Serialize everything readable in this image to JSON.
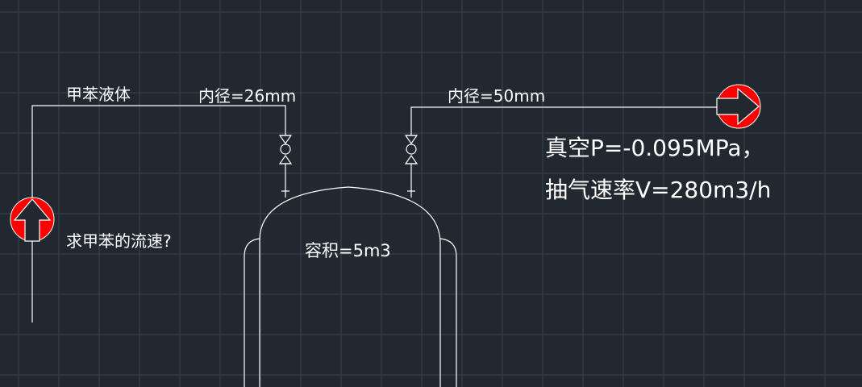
{
  "labels": {
    "toluene_liquid": "甲苯液体",
    "inner_diameter_left": "内径=26mm",
    "inner_diameter_right": "内径=50mm",
    "question": "求甲苯的流速?",
    "volume": "容积=5m3",
    "vacuum": "真空P=-0.095MPa，",
    "pump_rate": "抽气速率V=280m3/h"
  },
  "colors": {
    "background": "#212830",
    "grid": "#3a4350",
    "line": "#ffffff",
    "arrow_fill": "#ff0000"
  },
  "icons": {
    "inlet": "arrow-up-icon",
    "outlet": "arrow-right-icon",
    "valve": "gate-valve-icon"
  }
}
